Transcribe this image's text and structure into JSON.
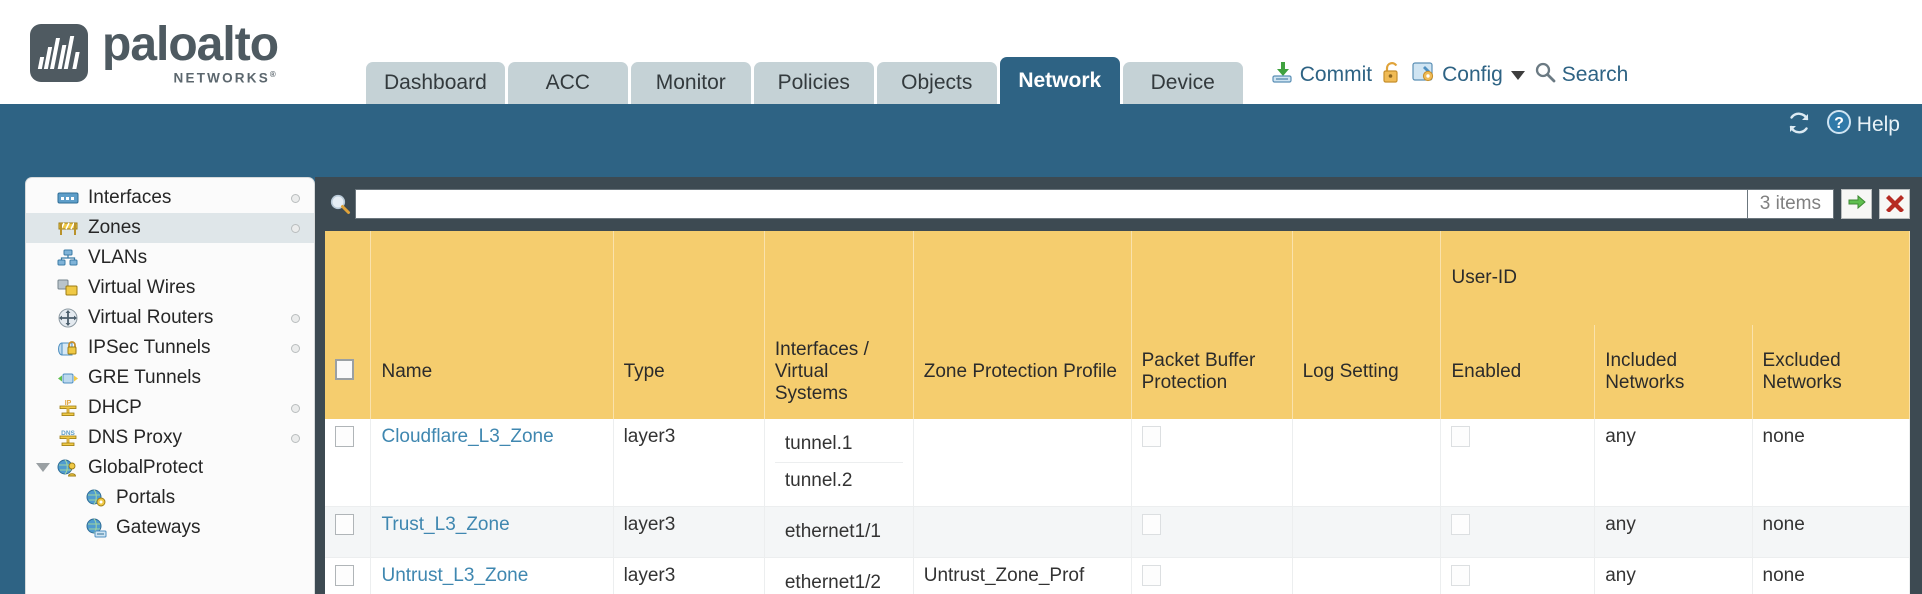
{
  "brand": {
    "name": "paloalto",
    "tagline": "NETWORKS",
    "tagline_mark": "®"
  },
  "nav_tabs": [
    {
      "label": "Dashboard",
      "active": false
    },
    {
      "label": "ACC",
      "active": false
    },
    {
      "label": "Monitor",
      "active": false
    },
    {
      "label": "Policies",
      "active": false
    },
    {
      "label": "Objects",
      "active": false
    },
    {
      "label": "Network",
      "active": true
    },
    {
      "label": "Device",
      "active": false
    }
  ],
  "toolbar": {
    "commit_label": "Commit",
    "commit_icon": "commit-save-icon",
    "lock_icon": "padlock-icon",
    "config_label": "Config",
    "config_icon": "config-wrench-icon",
    "config_caret": "chevron-down-icon",
    "search_label": "Search",
    "search_icon": "magnifier-icon"
  },
  "subbar": {
    "refresh_icon": "refresh-icon",
    "help_label": "Help",
    "help_icon": "question-circle-icon"
  },
  "sidebar": {
    "items": [
      {
        "label": "Interfaces",
        "icon": "interfaces-icon",
        "selected": false,
        "has_dot": true,
        "child": false,
        "caret": false
      },
      {
        "label": "Zones",
        "icon": "zones-barrier-icon",
        "selected": true,
        "has_dot": true,
        "child": false,
        "caret": false
      },
      {
        "label": "VLANs",
        "icon": "vlans-icon",
        "selected": false,
        "has_dot": false,
        "child": false,
        "caret": false
      },
      {
        "label": "Virtual Wires",
        "icon": "virtual-wires-icon",
        "selected": false,
        "has_dot": false,
        "child": false,
        "caret": false
      },
      {
        "label": "Virtual Routers",
        "icon": "virtual-routers-icon",
        "selected": false,
        "has_dot": true,
        "child": false,
        "caret": false
      },
      {
        "label": "IPSec Tunnels",
        "icon": "ipsec-tunnels-icon",
        "selected": false,
        "has_dot": true,
        "child": false,
        "caret": false
      },
      {
        "label": "GRE Tunnels",
        "icon": "gre-tunnels-icon",
        "selected": false,
        "has_dot": false,
        "child": false,
        "caret": false
      },
      {
        "label": "DHCP",
        "icon": "dhcp-icon",
        "selected": false,
        "has_dot": true,
        "child": false,
        "caret": false
      },
      {
        "label": "DNS Proxy",
        "icon": "dns-proxy-icon",
        "selected": false,
        "has_dot": true,
        "child": false,
        "caret": false
      },
      {
        "label": "GlobalProtect",
        "icon": "globalprotect-icon",
        "selected": false,
        "has_dot": false,
        "child": false,
        "caret": true
      },
      {
        "label": "Portals",
        "icon": "portals-icon",
        "selected": false,
        "has_dot": false,
        "child": true,
        "caret": false
      },
      {
        "label": "Gateways",
        "icon": "gateways-icon",
        "selected": false,
        "has_dot": false,
        "child": true,
        "caret": false
      }
    ]
  },
  "filter": {
    "search_value": "",
    "search_placeholder": "",
    "search_icon": "magnifier-icon",
    "item_count": "3 items",
    "apply_icon": "green-arrow-apply-icon",
    "clear_icon": "red-x-clear-icon"
  },
  "table": {
    "group_header": {
      "label": "User-ID",
      "span": 3
    },
    "columns": [
      "Name",
      "Type",
      "Interfaces / Virtual Systems",
      "Zone Protection Profile",
      "Packet Buffer Protection",
      "Log Setting",
      "Enabled",
      "Included Networks",
      "Excluded Networks"
    ],
    "select_all_checkbox": false,
    "rows": [
      {
        "selected": false,
        "name": "Cloudflare_L3_Zone",
        "type": "layer3",
        "interfaces": [
          "tunnel.1",
          "tunnel.2"
        ],
        "zone_protection_profile": "",
        "packet_buffer_protection": false,
        "log_setting": "",
        "userid_enabled": false,
        "included_networks": "any",
        "excluded_networks": "none"
      },
      {
        "selected": false,
        "name": "Trust_L3_Zone",
        "type": "layer3",
        "interfaces": [
          "ethernet1/1"
        ],
        "zone_protection_profile": "",
        "packet_buffer_protection": false,
        "log_setting": "",
        "userid_enabled": false,
        "included_networks": "any",
        "excluded_networks": "none"
      },
      {
        "selected": false,
        "name": "Untrust_L3_Zone",
        "type": "layer3",
        "interfaces": [
          "ethernet1/2"
        ],
        "zone_protection_profile": "Untrust_Zone_Prof",
        "packet_buffer_protection": false,
        "log_setting": "",
        "userid_enabled": false,
        "included_networks": "any",
        "excluded_networks": "none"
      }
    ]
  },
  "colors": {
    "brand_blue": "#2e6384",
    "header_amber": "#f5cd6e",
    "group_amber": "#e8b94d",
    "link_blue": "#3f87b0",
    "content_dark": "#3d4a52"
  }
}
